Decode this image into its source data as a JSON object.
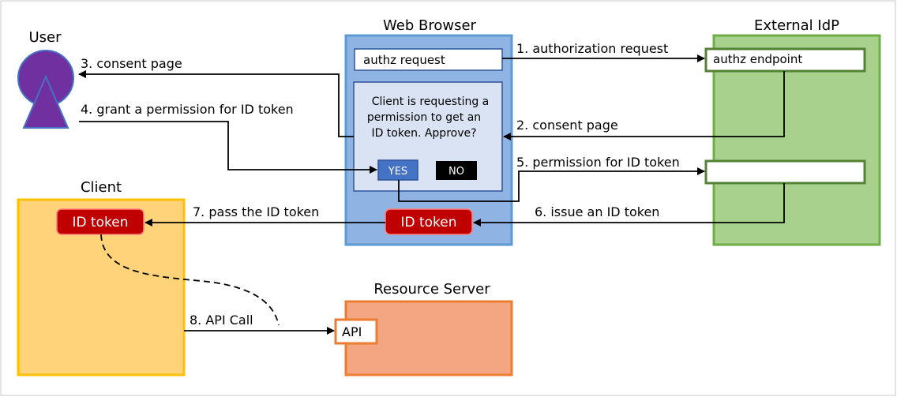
{
  "colors": {
    "user": "#7030a0",
    "browser_fill": "#8fb4e3",
    "browser_stroke": "#5b9bd5",
    "idp_fill": "#a9d18e",
    "idp_stroke": "#70ad47",
    "client_fill": "#ffd37a",
    "client_stroke": "#ffc000",
    "resource_fill": "#f4a582",
    "resource_stroke": "#ed7d31",
    "token_red": "#c00000",
    "yes_blue": "#4472c4",
    "dialog_fill": "#dae3f3"
  },
  "actors": {
    "user": "User",
    "browser": "Web Browser",
    "idp": "External IdP",
    "client": "Client",
    "resource": "Resource Server"
  },
  "boxes": {
    "authz_request": "authz request",
    "authz_endpoint": "authz endpoint",
    "dialog_line1": "Client is requesting a",
    "dialog_line2": "permission to get an",
    "dialog_line3": "ID token. Approve?",
    "yes": "YES",
    "no": "NO",
    "browser_token": "ID token",
    "client_token": "ID token",
    "api": "API"
  },
  "steps": {
    "s1": "1. authorization request",
    "s2": "2. consent page",
    "s3": "3. consent page",
    "s4": "4. grant a permission for ID token",
    "s5": "5. permission for ID token",
    "s6": "6. issue an ID token",
    "s7": "7. pass the ID token",
    "s8": "8. API Call"
  }
}
